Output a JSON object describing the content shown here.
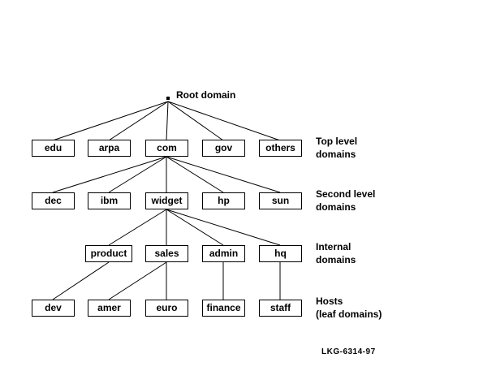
{
  "root": {
    "label": "Root domain"
  },
  "top_level": [
    "edu",
    "arpa",
    "com",
    "gov",
    "others"
  ],
  "second_level": [
    "dec",
    "ibm",
    "widget",
    "hp",
    "sun"
  ],
  "internal": [
    "product",
    "sales",
    "admin",
    "hq"
  ],
  "hosts": [
    "dev",
    "amer",
    "euro",
    "finance",
    "staff"
  ],
  "level_labels": {
    "top": [
      "Top level",
      "domains"
    ],
    "second": [
      "Second level",
      "domains"
    ],
    "internal": [
      "Internal",
      "domains"
    ],
    "hosts": [
      "Hosts",
      "(leaf domains)"
    ]
  },
  "figure_id": "LKG-6314-97"
}
